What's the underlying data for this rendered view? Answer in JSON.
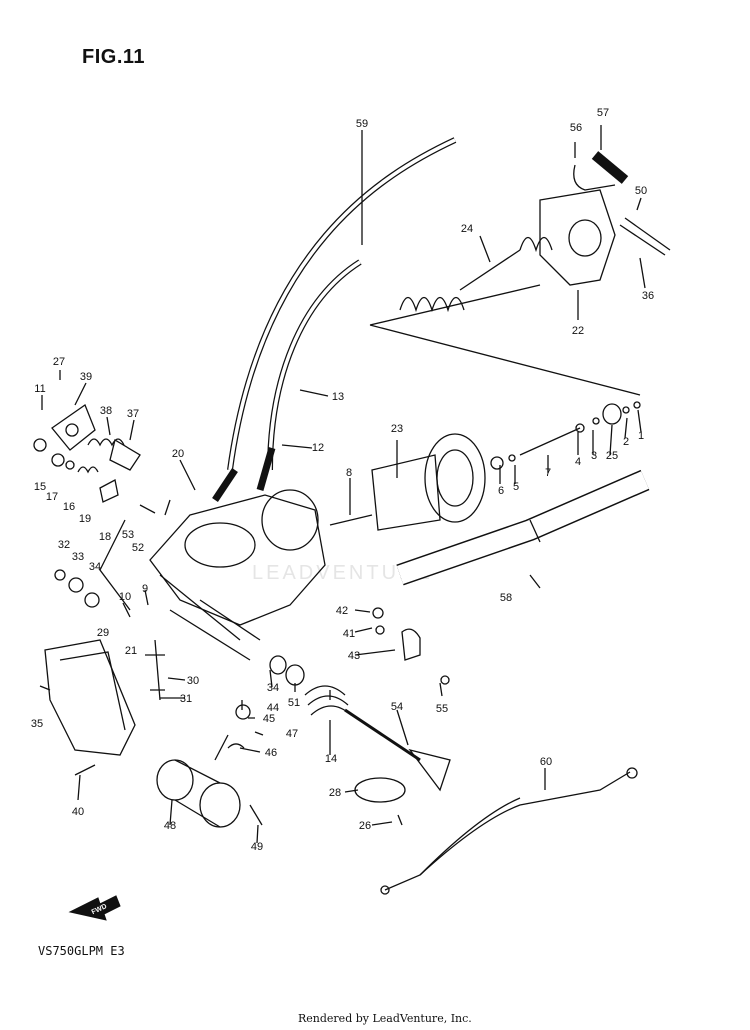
{
  "figure": {
    "title": "FIG.11",
    "model_code": "VS750GLPM E3",
    "render_credit": "Rendered by LeadVenture, Inc.",
    "watermark": "LEADVENTURE",
    "fwd_arrow_label": "FWD"
  },
  "colors": {
    "ink": "#111111",
    "paper": "#ffffff",
    "watermark": "#a0a0a0"
  },
  "callouts": [
    "59",
    "57",
    "56",
    "50",
    "24",
    "36",
    "22",
    "13",
    "12",
    "23",
    "8",
    "7",
    "6",
    "5",
    "4",
    "3",
    "25",
    "2",
    "1",
    "20",
    "27",
    "39",
    "11",
    "38",
    "37",
    "15",
    "17",
    "16",
    "19",
    "18",
    "53",
    "52",
    "32",
    "33",
    "34",
    "10",
    "9",
    "29",
    "21",
    "42",
    "41",
    "43",
    "55",
    "58",
    "30",
    "31",
    "34",
    "51",
    "14",
    "54",
    "35",
    "44",
    "45",
    "47",
    "46",
    "40",
    "28",
    "26",
    "60",
    "48",
    "49"
  ]
}
